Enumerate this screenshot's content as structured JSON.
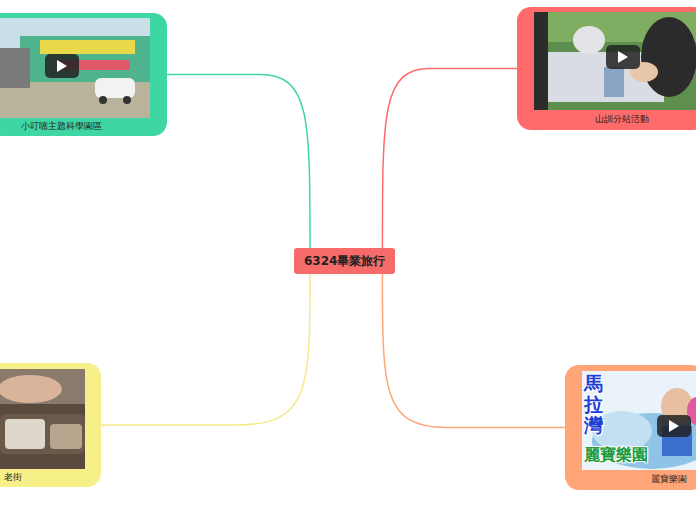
{
  "diagram": {
    "nodes": [
      {
        "text": [
          "6324畢業旅行"
        ]
      },
      {
        "text": [
          "小叮噹主題科學園區"
        ]
      },
      {
        "text": [
          "山訓分站活動"
        ]
      },
      {
        "text": [
          "老街"
        ]
      },
      {
        "text": [
          "麗寶樂園"
        ]
      }
    ],
    "edges": [
      {
        "from": 0,
        "to": 1,
        "arrow": "none"
      },
      {
        "from": 0,
        "to": 2,
        "arrow": "none"
      },
      {
        "from": 0,
        "to": 3,
        "arrow": "none"
      },
      {
        "from": 0,
        "to": 4,
        "arrow": "none"
      }
    ],
    "labels": [
      "馬拉灣",
      "麗寶樂園"
    ]
  }
}
